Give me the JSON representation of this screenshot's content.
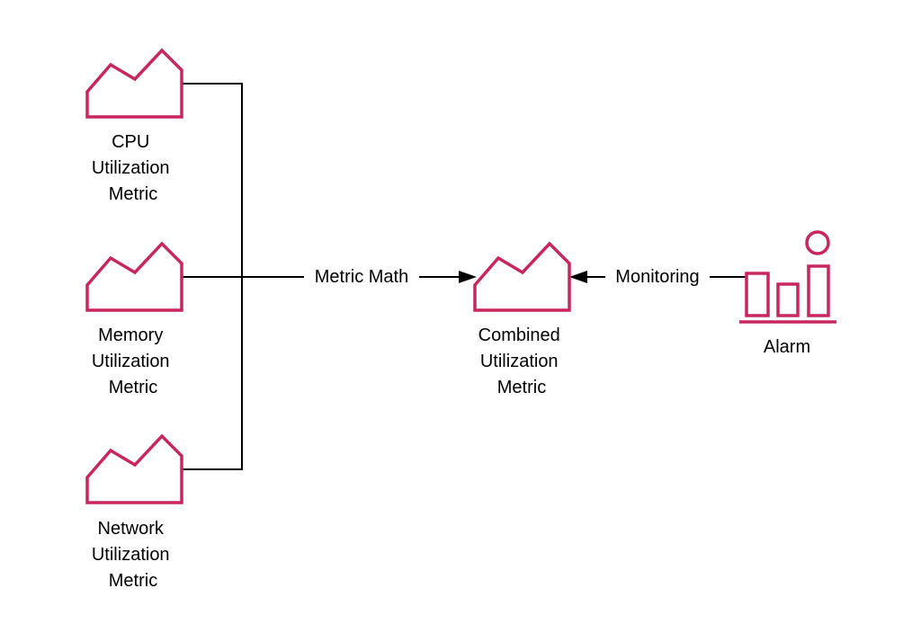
{
  "colors": {
    "icon": "#c7265f",
    "line": "#000000",
    "background": "#ffffff"
  },
  "nodes": {
    "cpu": {
      "icon": "metric-chart-icon",
      "label_lines": [
        "CPU",
        "Utilization",
        "Metric"
      ]
    },
    "memory": {
      "icon": "metric-chart-icon",
      "label_lines": [
        "Memory",
        "Utilization",
        "Metric"
      ]
    },
    "network": {
      "icon": "metric-chart-icon",
      "label_lines": [
        "Network",
        "Utilization",
        "Metric"
      ]
    },
    "combined": {
      "icon": "metric-chart-icon",
      "label_lines": [
        "Combined",
        "Utilization",
        "Metric"
      ]
    },
    "alarm": {
      "icon": "alarm-icon",
      "label_lines": [
        "Alarm"
      ]
    }
  },
  "edges": {
    "metric_math": {
      "label": "Metric Math"
    },
    "monitoring": {
      "label": "Monitoring"
    }
  }
}
